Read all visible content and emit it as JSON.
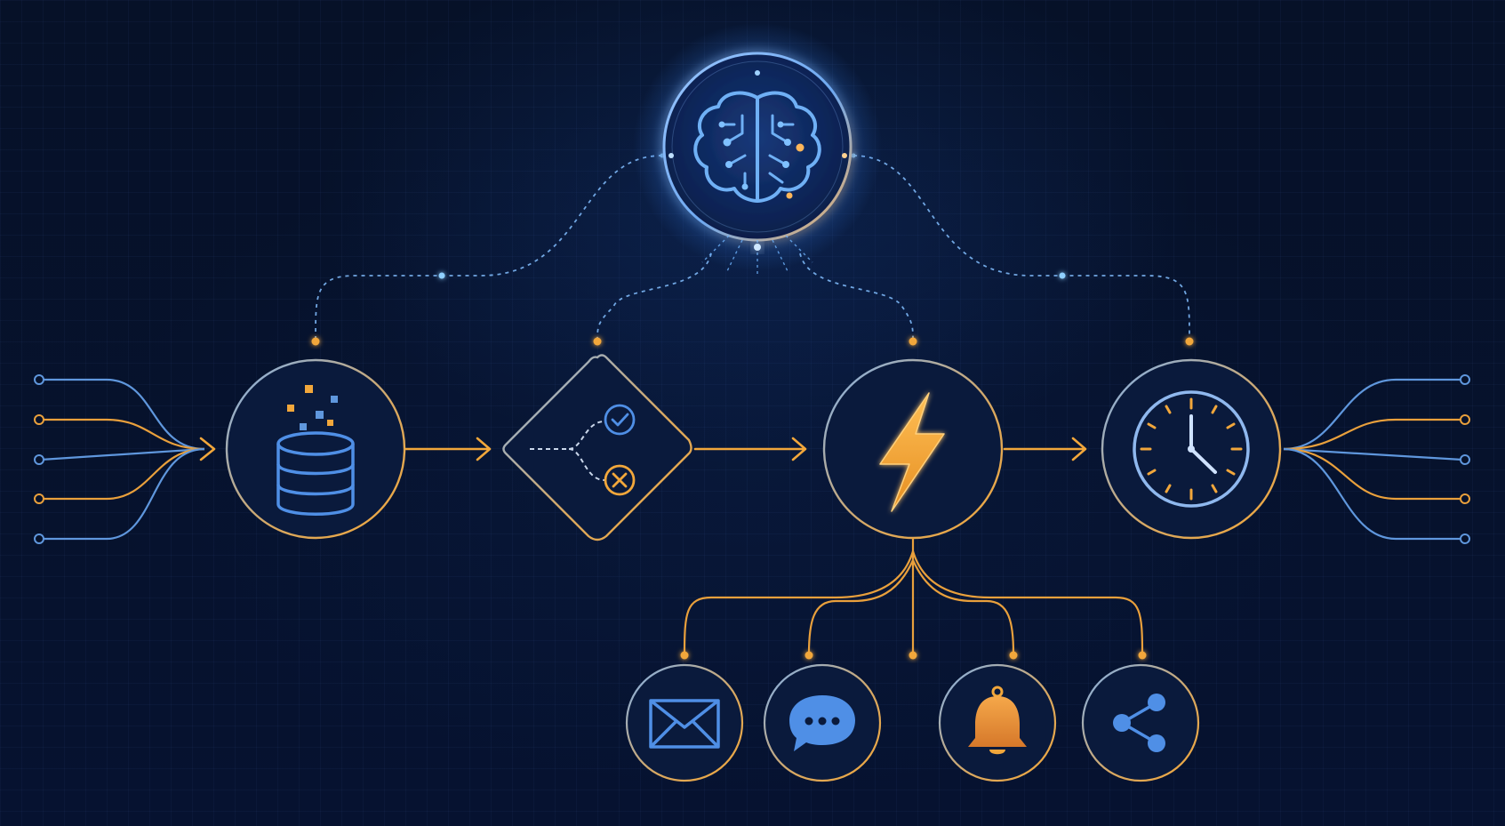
{
  "diagram": {
    "colors": {
      "background": "#06112a",
      "blue": "#4f8fe6",
      "blue_light": "#8fc4ff",
      "orange": "#f2a73b",
      "orange_light": "#ffc870"
    },
    "hub": {
      "icon": "brain-circuit-icon",
      "role": "central intelligence connected by dashed links to each pipeline stage"
    },
    "pipeline": [
      {
        "id": "data",
        "shape": "circle",
        "icon": "database-icon"
      },
      {
        "id": "decision",
        "shape": "diamond",
        "icon": "branch-check-cross-icon"
      },
      {
        "id": "trigger",
        "shape": "circle",
        "icon": "lightning-bolt-icon"
      },
      {
        "id": "schedule",
        "shape": "circle",
        "icon": "clock-icon"
      }
    ],
    "outputs": [
      {
        "id": "email",
        "icon": "envelope-icon"
      },
      {
        "id": "chat",
        "icon": "chat-bubble-icon"
      },
      {
        "id": "notification",
        "icon": "bell-icon"
      },
      {
        "id": "share",
        "icon": "share-icon"
      }
    ],
    "inputs_count": 5,
    "outputs_lines_count": 5
  }
}
